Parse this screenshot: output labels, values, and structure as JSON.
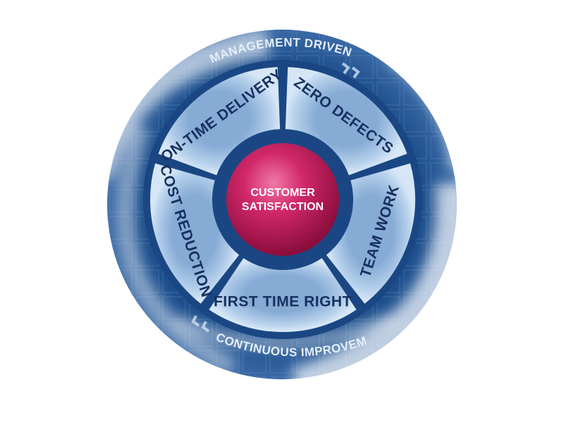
{
  "diagram": {
    "outer_ring": {
      "top_label": "MANAGEMENT DRIVEN",
      "bottom_label": "CONTINUOUS IMPROVEMENT"
    },
    "segments": [
      {
        "label": "ZERO DEFECTS"
      },
      {
        "label": "TEAM WORK"
      },
      {
        "label": "FIRST TIME RIGHT"
      },
      {
        "label": "COST REDUCTION"
      },
      {
        "label": "ON-TIME DELIVERY"
      }
    ],
    "core": {
      "line1": "CUSTOMER",
      "line2": "SATISFACTION"
    },
    "colors": {
      "outer": "#1d4f8c",
      "segment_light": "#c6dcf1",
      "segment_dark": "#86abd5",
      "core": "#c8175a",
      "text": "#17305f"
    }
  }
}
